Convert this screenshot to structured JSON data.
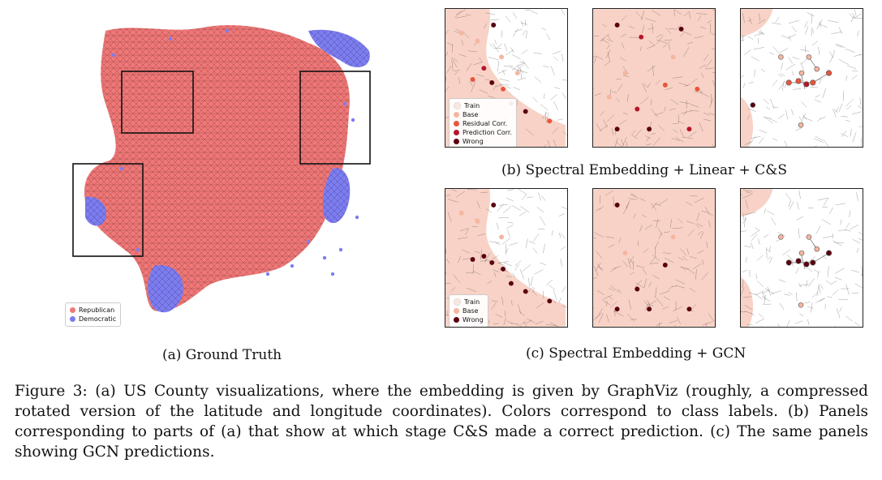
{
  "colors": {
    "republican": "#f07878",
    "democratic": "#7d7df0",
    "train": "#fbe7e1",
    "base": "#f5b6a0",
    "residual_corr": "#e9553c",
    "prediction_corr": "#b5172b",
    "wrong": "#5a0010",
    "frame": "#222222"
  },
  "panel_a": {
    "caption": "(a) Ground Truth",
    "legend": [
      {
        "label": "Republican",
        "color_key": "republican"
      },
      {
        "label": "Democratic",
        "color_key": "democratic"
      }
    ]
  },
  "panel_b": {
    "caption": "(b) Spectral Embedding + Linear + C&S",
    "legend": [
      {
        "label": "Train",
        "color_key": "train"
      },
      {
        "label": "Base",
        "color_key": "base"
      },
      {
        "label": "Residual Corr.",
        "color_key": "residual_corr"
      },
      {
        "label": "Prediction Corr.",
        "color_key": "prediction_corr"
      },
      {
        "label": "Wrong",
        "color_key": "wrong"
      }
    ]
  },
  "panel_c": {
    "caption": "(c) Spectral Embedding + GCN",
    "legend": [
      {
        "label": "Train",
        "color_key": "train"
      },
      {
        "label": "Base",
        "color_key": "base"
      },
      {
        "label": "Wrong",
        "color_key": "wrong"
      }
    ]
  },
  "figure_caption": "Figure 3: (a) US County visualizations, where the embedding is given by GraphViz (roughly, a compressed rotated version of the latitude and longitude coordinates). Colors correspond to class labels. (b) Panels corresponding to parts of (a) that show at which stage C&S made a correct prediction. (c) The same panels showing GCN predictions."
}
